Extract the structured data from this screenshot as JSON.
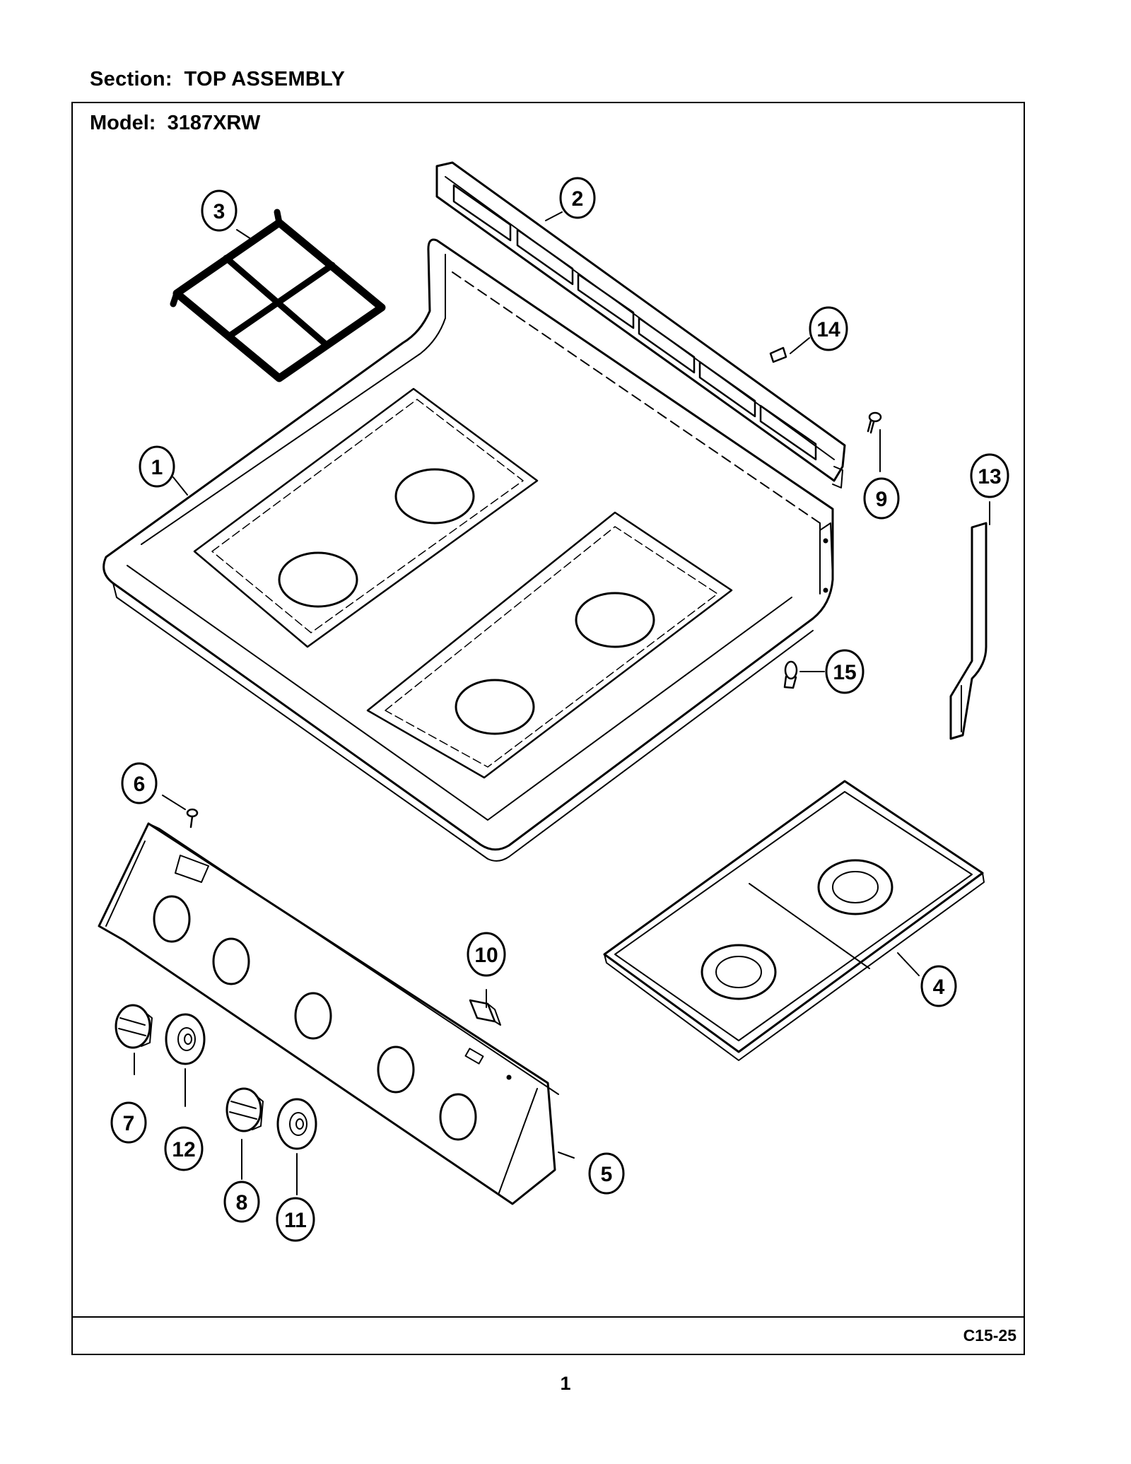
{
  "header": {
    "section_label": "Section:",
    "section_value": "TOP ASSEMBLY",
    "model_label": "Model:",
    "model_value": "3187XRW"
  },
  "footer": {
    "reference_code": "C15-25",
    "page_number": "1"
  },
  "callouts": [
    {
      "id": "1",
      "name": "cooktop"
    },
    {
      "id": "2",
      "name": "vent-trim"
    },
    {
      "id": "3",
      "name": "burner-grate"
    },
    {
      "id": "4",
      "name": "burner-pan"
    },
    {
      "id": "5",
      "name": "control-panel"
    },
    {
      "id": "6",
      "name": "screw"
    },
    {
      "id": "7",
      "name": "knob"
    },
    {
      "id": "8",
      "name": "knob"
    },
    {
      "id": "9",
      "name": "screw"
    },
    {
      "id": "10",
      "name": "switch"
    },
    {
      "id": "11",
      "name": "bezel"
    },
    {
      "id": "12",
      "name": "bezel"
    },
    {
      "id": "13",
      "name": "side-trim"
    },
    {
      "id": "14",
      "name": "clip"
    },
    {
      "id": "15",
      "name": "fastener"
    }
  ]
}
